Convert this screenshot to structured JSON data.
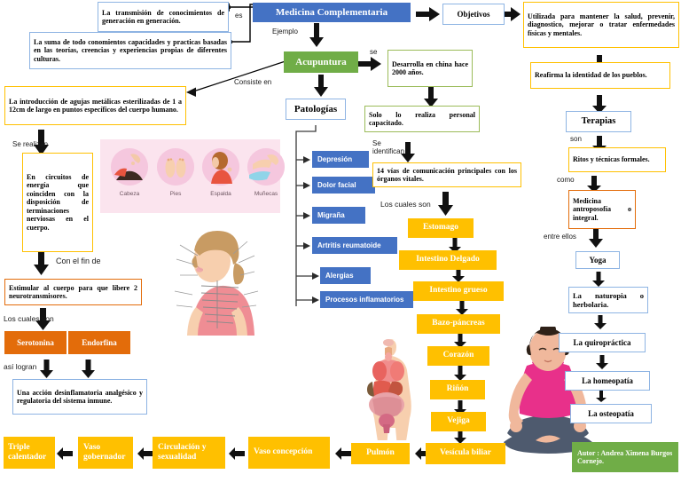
{
  "title": "Mapa conceptual - Medicina Complementaria",
  "central": {
    "label": "Medicina Complementaria",
    "color": "#4472c4"
  },
  "nodes": {
    "transmision": "La transmisión de conocimientos de generación en generación.",
    "suma": "La suma de todo conomientos capacidades y practicas basadas en las teorías, creencias y experiencias propias de diferentes culturas.",
    "agujas": "La introducción de agujas metálicas esterilizadas de 1 a 12cm de largo en puntos específicos del cuerpo humano.",
    "circuitos": "En circuitos de energía que coinciden con la disposición de terminaciones nerviosas en el cuerpo.",
    "estimular": "Estimular al cuerpo para que libere 2 neurotransmisores.",
    "serotonina": "Serotonina",
    "endorfina": "Endorfina",
    "accion": "Una acción desinflamatoria analgésico y regulatoria del sistema inmune.",
    "acupuntura": "Acupuntura",
    "patologias": "Patologías",
    "desarrolla": "Desarrolla en china hace 2000 años.",
    "personal": "Solo lo realiza personal capacitado.",
    "vias": "14 vías de comunicación principales con los órganos vitales.",
    "objetivos": "Objetivos",
    "utilizada": "Utilizada para mantener la salud, prevenir, diagnostico, mejorar o tratar enfermedades físicas y mentales.",
    "reafirma": "Reafirma la identidad de los pueblos.",
    "terapias": "Terapias",
    "ritos": "Ritos y técnicas formales.",
    "antroposofia": "Medicina antroposofía o integral.",
    "yoga": "Yoga",
    "naturopia": "La naturopia o herbolaria.",
    "quiropractica": "La quiropráctica",
    "homeopatia": "La homeopatía",
    "osteopatia": "La osteopatía",
    "autor": "Autor : Andrea Ximena Burgos Cornejo."
  },
  "patologias_list": [
    "Depresión",
    "Dolor facial",
    "Migraña",
    "Artritis reumatoide",
    "Alergias",
    "Procesos inflamatorios"
  ],
  "organos_chain": [
    "Estomago",
    "Intestino Delgado",
    "Intestino grueso",
    "Bazo-páncreas",
    "Corazón",
    "Riñón",
    "Vejiga",
    "Vesícula biliar",
    "Pulmón",
    "Vaso concepción",
    "Circulación y sexualidad",
    "Vaso gobernador",
    "Triple calentador"
  ],
  "connectors": {
    "es": "es",
    "ejemplo": "Ejemplo",
    "consiste_en": "Consiste en",
    "se": "se",
    "se_realizan": "Se realizan",
    "con_el_fin_de": "Con el fin de",
    "los_cuales_son": "Los cuales son",
    "asi_logran": "así logran",
    "se_identifican": "Se\nidentifican",
    "los_cuales_son2": "Los cuales son",
    "son": "son",
    "como": "como",
    "entre_ellos": "entre ellos"
  },
  "acupuncture_image": {
    "captions": [
      "Cabeza",
      "Pies",
      "Espalda",
      "Muñecas"
    ],
    "background": "#fbe4ee"
  },
  "colors": {
    "blue_fill": "#4472c4",
    "green_fill": "#70ad47",
    "orange_fill": "#e36c0a",
    "gold_fill": "#ffc000",
    "blue_line": "#8eb4e3",
    "yellow_line": "#ffc000",
    "green_line": "#9bbb59",
    "orange_line": "#e36c0a"
  }
}
